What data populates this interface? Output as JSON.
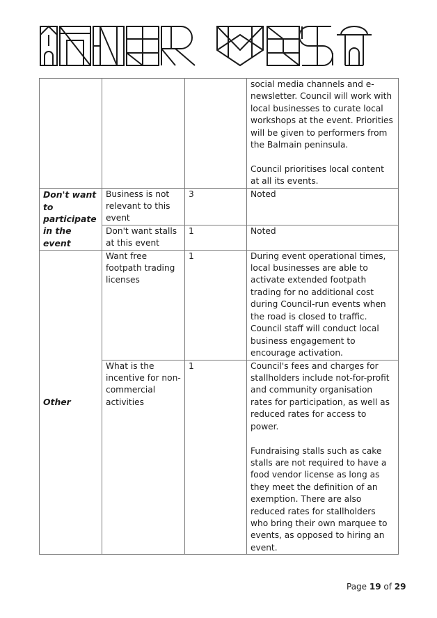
{
  "logo": {
    "text": "INNER WEST"
  },
  "rows": [
    {
      "category": "",
      "issue": "",
      "count": "",
      "response": [
        "social media channels and e-newsletter. Council will work with local businesses to curate local workshops at the event. Priorities will be given to performers from the Balmain peninsula.",
        "Council prioritises local content at all its events."
      ]
    },
    {
      "category": "Don't want to participate in the event",
      "issue": "Business is not relevant to this event",
      "count": "3",
      "response": [
        "Noted"
      ]
    },
    {
      "category": "",
      "issue": "Don't want stalls at this event",
      "count": "1",
      "response": [
        "Noted"
      ]
    },
    {
      "category": "Other",
      "issue": "Want free footpath trading licenses",
      "count": "1",
      "response": [
        "During event operational times, local businesses are able to activate extended footpath trading for no additional cost during Council-run events when the road is closed to traffic. Council staff will conduct local business engagement to encourage activation."
      ]
    },
    {
      "category": "",
      "issue": "What is the incentive for non-commercial activities",
      "count": "1",
      "response": [
        "Council's fees and charges for stallholders include not-for-profit and community organisation rates for participation, as well as reduced rates for access to power.",
        "Fundraising stalls such as cake stalls are not required to have a food vendor license as long as they meet the definition of an exemption. There are also reduced rates for stallholders who bring their own marquee to events, as opposed to hiring an event."
      ]
    }
  ],
  "footer": {
    "prefix": "Page ",
    "current": "19",
    "of": " of ",
    "total": "29"
  }
}
